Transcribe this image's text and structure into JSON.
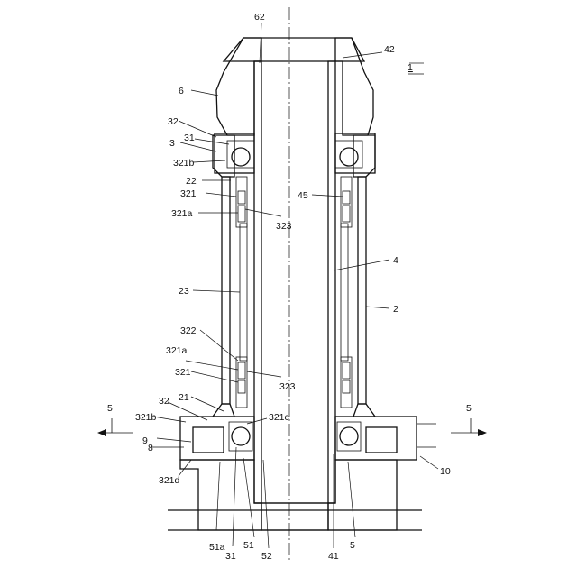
{
  "figure": {
    "figure_number": "1",
    "section_marker": "5"
  },
  "labels": [
    {
      "id": "l62",
      "text": "62"
    },
    {
      "id": "l42",
      "text": "42"
    },
    {
      "id": "l1",
      "text": "1"
    },
    {
      "id": "l6",
      "text": "6"
    },
    {
      "id": "l32a",
      "text": "32"
    },
    {
      "id": "l31a",
      "text": "31"
    },
    {
      "id": "l3",
      "text": "3"
    },
    {
      "id": "l321b_a",
      "text": "321b"
    },
    {
      "id": "l22",
      "text": "22"
    },
    {
      "id": "l321_a",
      "text": "321"
    },
    {
      "id": "l45",
      "text": "45"
    },
    {
      "id": "l321a_a",
      "text": "321a"
    },
    {
      "id": "l323_a",
      "text": "323"
    },
    {
      "id": "l4",
      "text": "4"
    },
    {
      "id": "l23",
      "text": "23"
    },
    {
      "id": "l2",
      "text": "2"
    },
    {
      "id": "l322",
      "text": "322"
    },
    {
      "id": "l321a_b",
      "text": "321a"
    },
    {
      "id": "l321_b",
      "text": "321"
    },
    {
      "id": "l323_b",
      "text": "323"
    },
    {
      "id": "l21",
      "text": "21"
    },
    {
      "id": "l32b",
      "text": "32"
    },
    {
      "id": "l321b_b",
      "text": "321b"
    },
    {
      "id": "l321c",
      "text": "321c"
    },
    {
      "id": "l9",
      "text": "9"
    },
    {
      "id": "l8",
      "text": "8"
    },
    {
      "id": "l10",
      "text": "10"
    },
    {
      "id": "l321d",
      "text": "321d"
    },
    {
      "id": "l51a",
      "text": "51a"
    },
    {
      "id": "l31b",
      "text": "31"
    },
    {
      "id": "l51",
      "text": "51"
    },
    {
      "id": "l52",
      "text": "52"
    },
    {
      "id": "l41",
      "text": "41"
    },
    {
      "id": "l5",
      "text": "5"
    }
  ]
}
